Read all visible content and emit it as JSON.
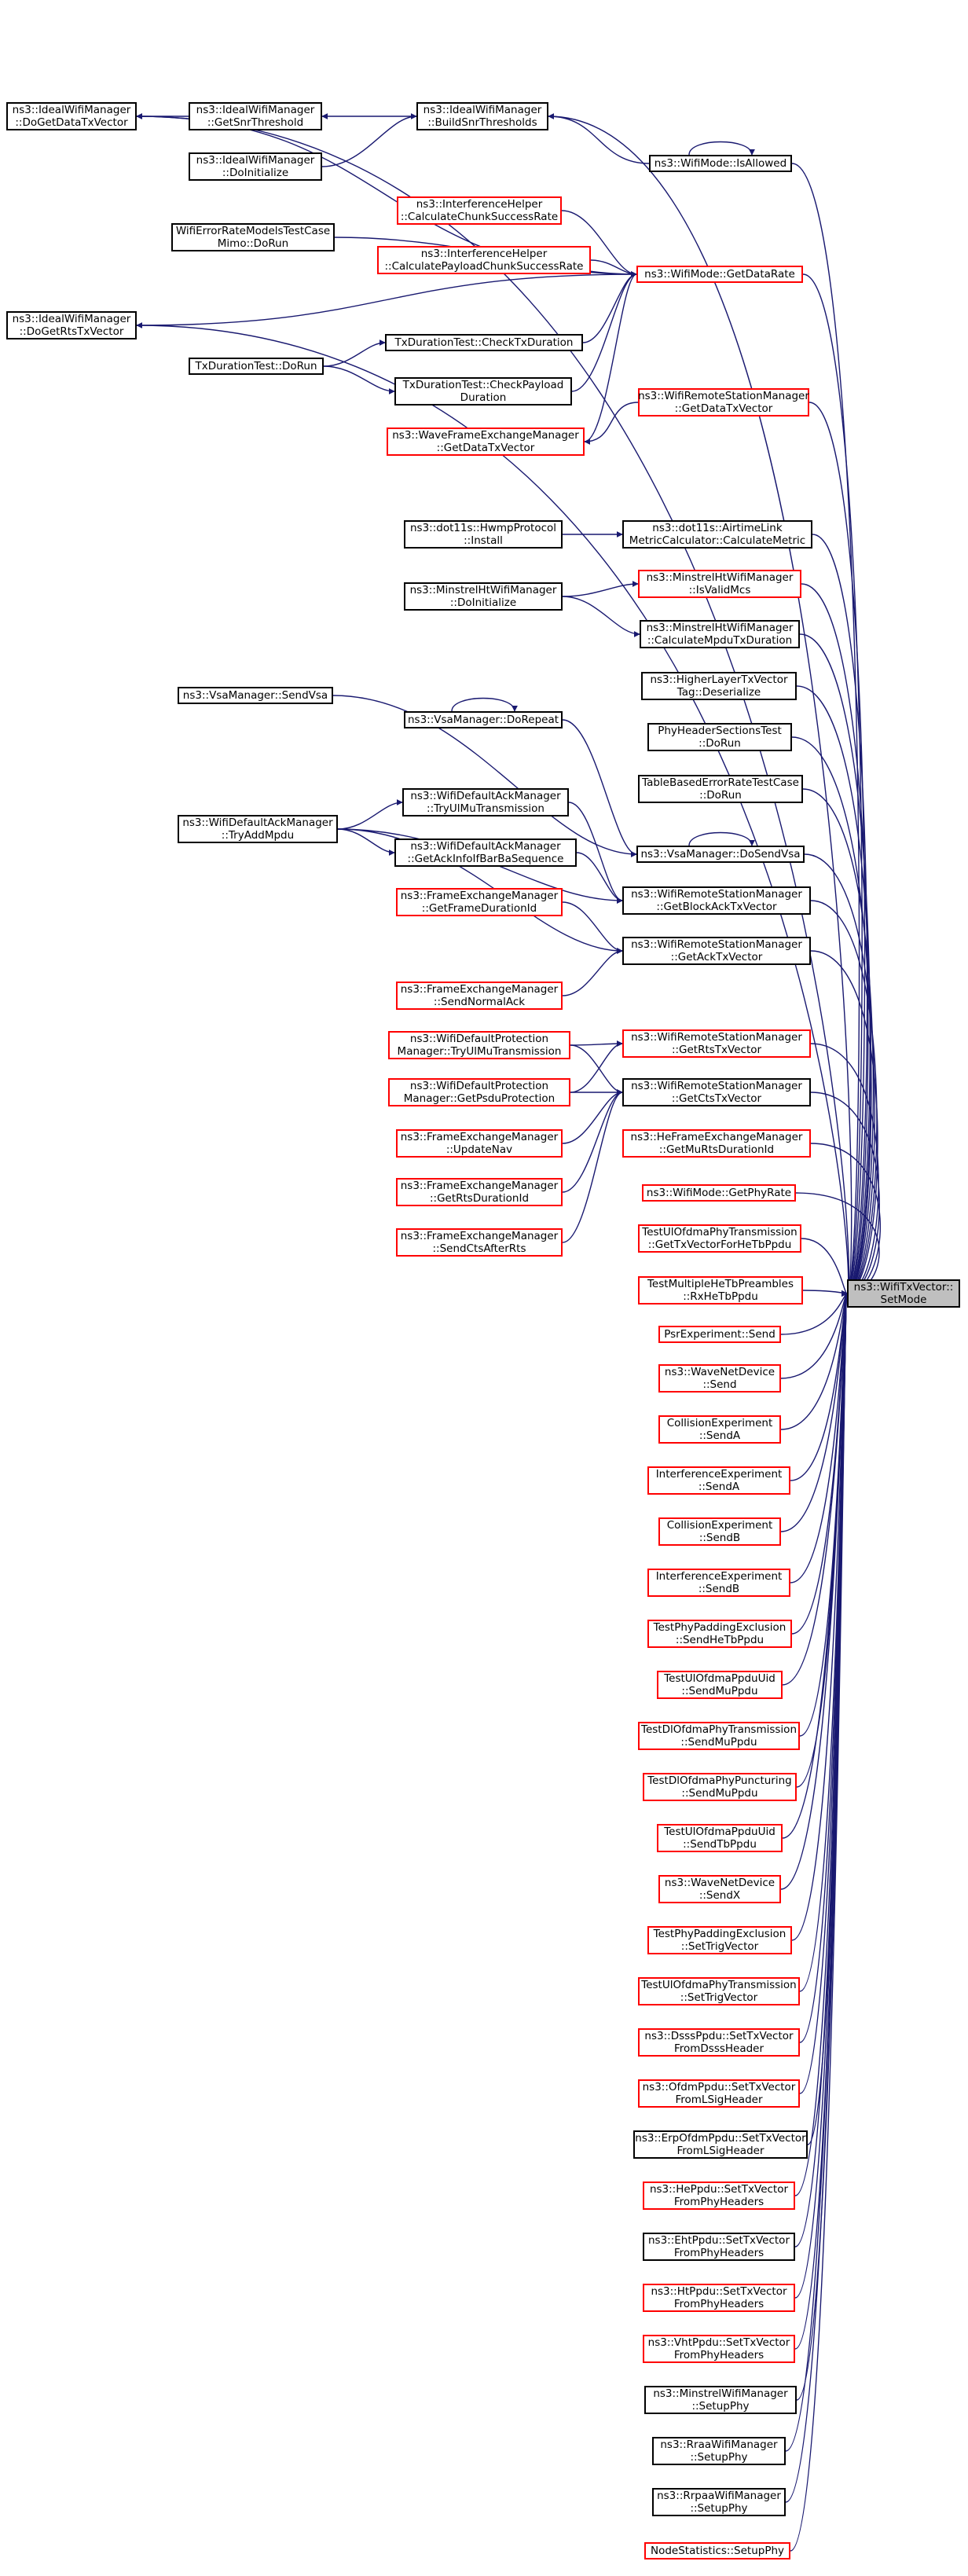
{
  "graph": {
    "focus_node": {
      "line1": "ns3::WifiTxVector::",
      "line2": "SetMode"
    },
    "colors": {
      "edge": "#191970",
      "node_border": "#000000",
      "truncated_border": "#ff0000",
      "focus_fill": "#bfbfbf",
      "background": "#ffffff"
    },
    "nodes": {
      "n01": {
        "line1": "ns3::IdealWifiManager",
        "line2": "::DoGetDataTxVector"
      },
      "n02": {
        "line1": "ns3::IdealWifiManager",
        "line2": "::GetSnrThreshold"
      },
      "n03": {
        "line1": "ns3::IdealWifiManager",
        "line2": "::BuildSnrThresholds"
      },
      "n04": {
        "line1": "ns3::IdealWifiManager",
        "line2": "::DoInitialize"
      },
      "n05": {
        "line1": "ns3::WifiMode::IsAllowed",
        "line2": ""
      },
      "n06": {
        "line1": "ns3::InterferenceHelper",
        "line2": "::CalculateChunkSuccessRate"
      },
      "n07": {
        "line1": "WifiErrorRateModelsTestCase",
        "line2": "Mimo::DoRun"
      },
      "n08": {
        "line1": "ns3::InterferenceHelper",
        "line2": "::CalculatePayloadChunkSuccessRate"
      },
      "n09": {
        "line1": "ns3::WifiMode::GetDataRate",
        "line2": ""
      },
      "n10": {
        "line1": "ns3::IdealWifiManager",
        "line2": "::DoGetRtsTxVector"
      },
      "n11": {
        "line1": "TxDurationTest::CheckTxDuration",
        "line2": ""
      },
      "n12": {
        "line1": "TxDurationTest::DoRun",
        "line2": ""
      },
      "n13": {
        "line1": "TxDurationTest::CheckPayload",
        "line2": "Duration"
      },
      "n14": {
        "line1": "ns3::WifiRemoteStationManager",
        "line2": "::GetDataTxVector"
      },
      "n15": {
        "line1": "ns3::WaveFrameExchangeManager",
        "line2": "::GetDataTxVector"
      },
      "n16": {
        "line1": "ns3::dot11s::HwmpProtocol",
        "line2": "::Install"
      },
      "n17": {
        "line1": "ns3::dot11s::AirtimeLink",
        "line2": "MetricCalculator::CalculateMetric"
      },
      "n18": {
        "line1": "ns3::MinstrelHtWifiManager",
        "line2": "::IsValidMcs"
      },
      "n19": {
        "line1": "ns3::MinstrelHtWifiManager",
        "line2": "::DoInitialize"
      },
      "n20": {
        "line1": "ns3::MinstrelHtWifiManager",
        "line2": "::CalculateMpduTxDuration"
      },
      "n21": {
        "line1": "ns3::HigherLayerTxVector",
        "line2": "Tag::Deserialize"
      },
      "n22": {
        "line1": "ns3::VsaManager::DoRepeat",
        "line2": ""
      },
      "n23": {
        "line1": "ns3::VsaManager::SendVsa",
        "line2": ""
      },
      "n24": {
        "line1": "PhyHeaderSectionsTest",
        "line2": "::DoRun"
      },
      "n25": {
        "line1": "TableBasedErrorRateTestCase",
        "line2": "::DoRun"
      },
      "n26": {
        "line1": "ns3::WifiDefaultAckManager",
        "line2": "::TryUlMuTransmission"
      },
      "n27": {
        "line1": "ns3::WifiDefaultAckManager",
        "line2": "::TryAddMpdu"
      },
      "n28": {
        "line1": "ns3::WifiDefaultAckManager",
        "line2": "::GetAckInfoIfBarBaSequence"
      },
      "n29": {
        "line1": "ns3::VsaManager::DoSendVsa",
        "line2": ""
      },
      "n30": {
        "line1": "ns3::WifiRemoteStationManager",
        "line2": "::GetBlockAckTxVector"
      },
      "n31": {
        "line1": "ns3::FrameExchangeManager",
        "line2": "::GetFrameDurationId"
      },
      "n32": {
        "line1": "ns3::WifiRemoteStationManager",
        "line2": "::GetAckTxVector"
      },
      "n33": {
        "line1": "ns3::FrameExchangeManager",
        "line2": "::SendNormalAck"
      },
      "n34": {
        "line1": "ns3::WifiDefaultProtection",
        "line2": "Manager::TryUlMuTransmission"
      },
      "n35": {
        "line1": "ns3::WifiRemoteStationManager",
        "line2": "::GetRtsTxVector"
      },
      "n36": {
        "line1": "ns3::WifiDefaultProtection",
        "line2": "Manager::GetPsduProtection"
      },
      "n37": {
        "line1": "ns3::WifiRemoteStationManager",
        "line2": "::GetCtsTxVector"
      },
      "n38": {
        "line1": "ns3::FrameExchangeManager",
        "line2": "::UpdateNav"
      },
      "n39": {
        "line1": "ns3::HeFrameExchangeManager",
        "line2": "::GetMuRtsDurationId"
      },
      "n40": {
        "line1": "ns3::FrameExchangeManager",
        "line2": "::GetRtsDurationId"
      },
      "n41": {
        "line1": "ns3::WifiMode::GetPhyRate",
        "line2": ""
      },
      "n42": {
        "line1": "ns3::FrameExchangeManager",
        "line2": "::SendCtsAfterRts"
      },
      "n43": {
        "line1": "TestUlOfdmaPhyTransmission",
        "line2": "::GetTxVectorForHeTbPpdu"
      },
      "n44": {
        "line1": "TestMultipleHeTbPreambles",
        "line2": "::RxHeTbPpdu"
      },
      "n45": {
        "line1": "PsrExperiment::Send",
        "line2": ""
      },
      "n46": {
        "line1": "ns3::WaveNetDevice",
        "line2": "::Send"
      },
      "n47": {
        "line1": "CollisionExperiment",
        "line2": "::SendA"
      },
      "n48": {
        "line1": "InterferenceExperiment",
        "line2": "::SendA"
      },
      "n49": {
        "line1": "CollisionExperiment",
        "line2": "::SendB"
      },
      "n50": {
        "line1": "InterferenceExperiment",
        "line2": "::SendB"
      },
      "n51": {
        "line1": "TestPhyPaddingExclusion",
        "line2": "::SendHeTbPpdu"
      },
      "n52": {
        "line1": "TestUlOfdmaPpduUid",
        "line2": "::SendMuPpdu"
      },
      "n53": {
        "line1": "TestDlOfdmaPhyTransmission",
        "line2": "::SendMuPpdu"
      },
      "n54": {
        "line1": "TestDlOfdmaPhyPuncturing",
        "line2": "::SendMuPpdu"
      },
      "n55": {
        "line1": "TestUlOfdmaPpduUid",
        "line2": "::SendTbPpdu"
      },
      "n56": {
        "line1": "ns3::WaveNetDevice",
        "line2": "::SendX"
      },
      "n57": {
        "line1": "TestPhyPaddingExclusion",
        "line2": "::SetTrigVector"
      },
      "n58": {
        "line1": "TestUlOfdmaPhyTransmission",
        "line2": "::SetTrigVector"
      },
      "n59": {
        "line1": "ns3::DsssPpdu::SetTxVector",
        "line2": "FromDsssHeader"
      },
      "n60": {
        "line1": "ns3::OfdmPpdu::SetTxVector",
        "line2": "FromLSigHeader"
      },
      "n61": {
        "line1": "ns3::ErpOfdmPpdu::SetTxVector",
        "line2": "FromLSigHeader"
      },
      "n62": {
        "line1": "ns3::HePpdu::SetTxVector",
        "line2": "FromPhyHeaders"
      },
      "n63": {
        "line1": "ns3::EhtPpdu::SetTxVector",
        "line2": "FromPhyHeaders"
      },
      "n64": {
        "line1": "ns3::HtPpdu::SetTxVector",
        "line2": "FromPhyHeaders"
      },
      "n65": {
        "line1": "ns3::VhtPpdu::SetTxVector",
        "line2": "FromPhyHeaders"
      },
      "n66": {
        "line1": "ns3::MinstrelWifiManager",
        "line2": "::SetupPhy"
      },
      "n67": {
        "line1": "ns3::RraaWifiManager",
        "line2": "::SetupPhy"
      },
      "n68": {
        "line1": "ns3::RrpaaWifiManager",
        "line2": "::SetupPhy"
      },
      "n69": {
        "line1": "NodeStatistics::SetupPhy",
        "line2": ""
      }
    }
  }
}
